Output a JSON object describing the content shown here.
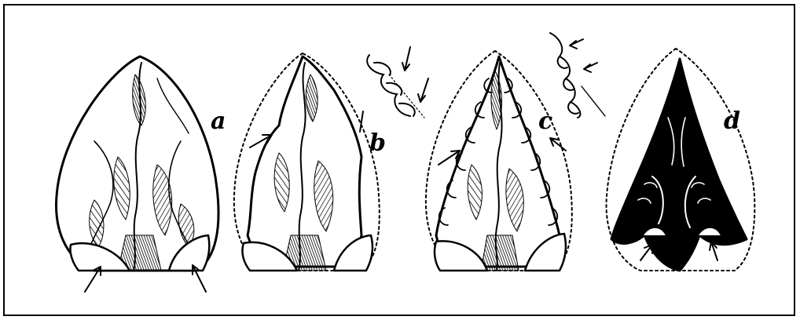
{
  "labels": {
    "a": "a",
    "b": "b",
    "c": "c",
    "d": "d"
  },
  "colors": {
    "ink": "#000000",
    "paper": "#ffffff"
  }
}
